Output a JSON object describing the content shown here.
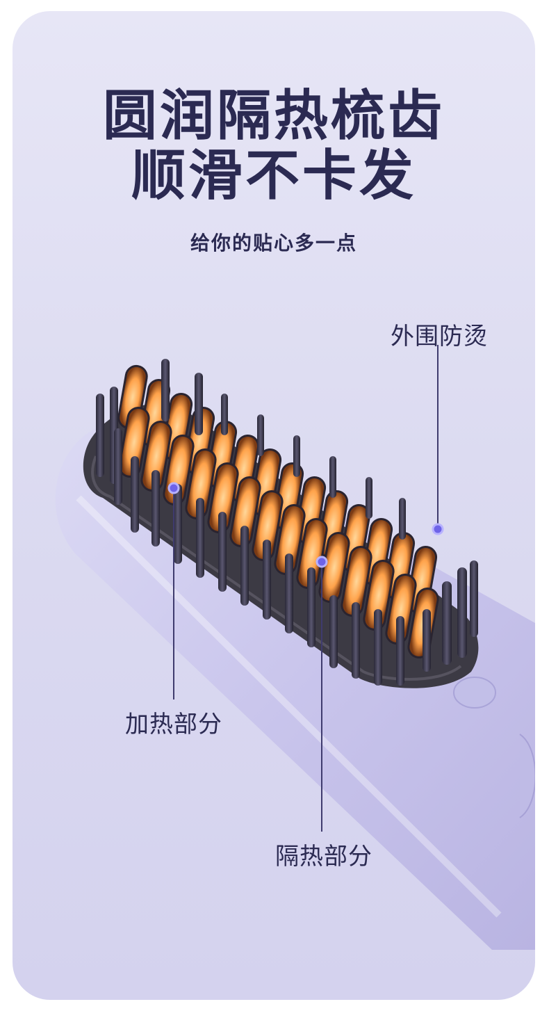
{
  "headline": {
    "line1": "圆润隔热梳齿",
    "line2": "顺滑不卡发"
  },
  "subheadline": "给你的贴心多一点",
  "callouts": {
    "outer_guard": "外围防烫",
    "heating_part": "加热部分",
    "insulation_part": "隔热部分"
  },
  "colors": {
    "background": "#e0dff3",
    "text": "#2b2a52",
    "handle": "#cbc8ec",
    "bristle_dark": "#3a3848",
    "glow": "#ffb15a",
    "marker_dot": "#6e63e8"
  },
  "image": {
    "subject": "heated straightening brush"
  }
}
